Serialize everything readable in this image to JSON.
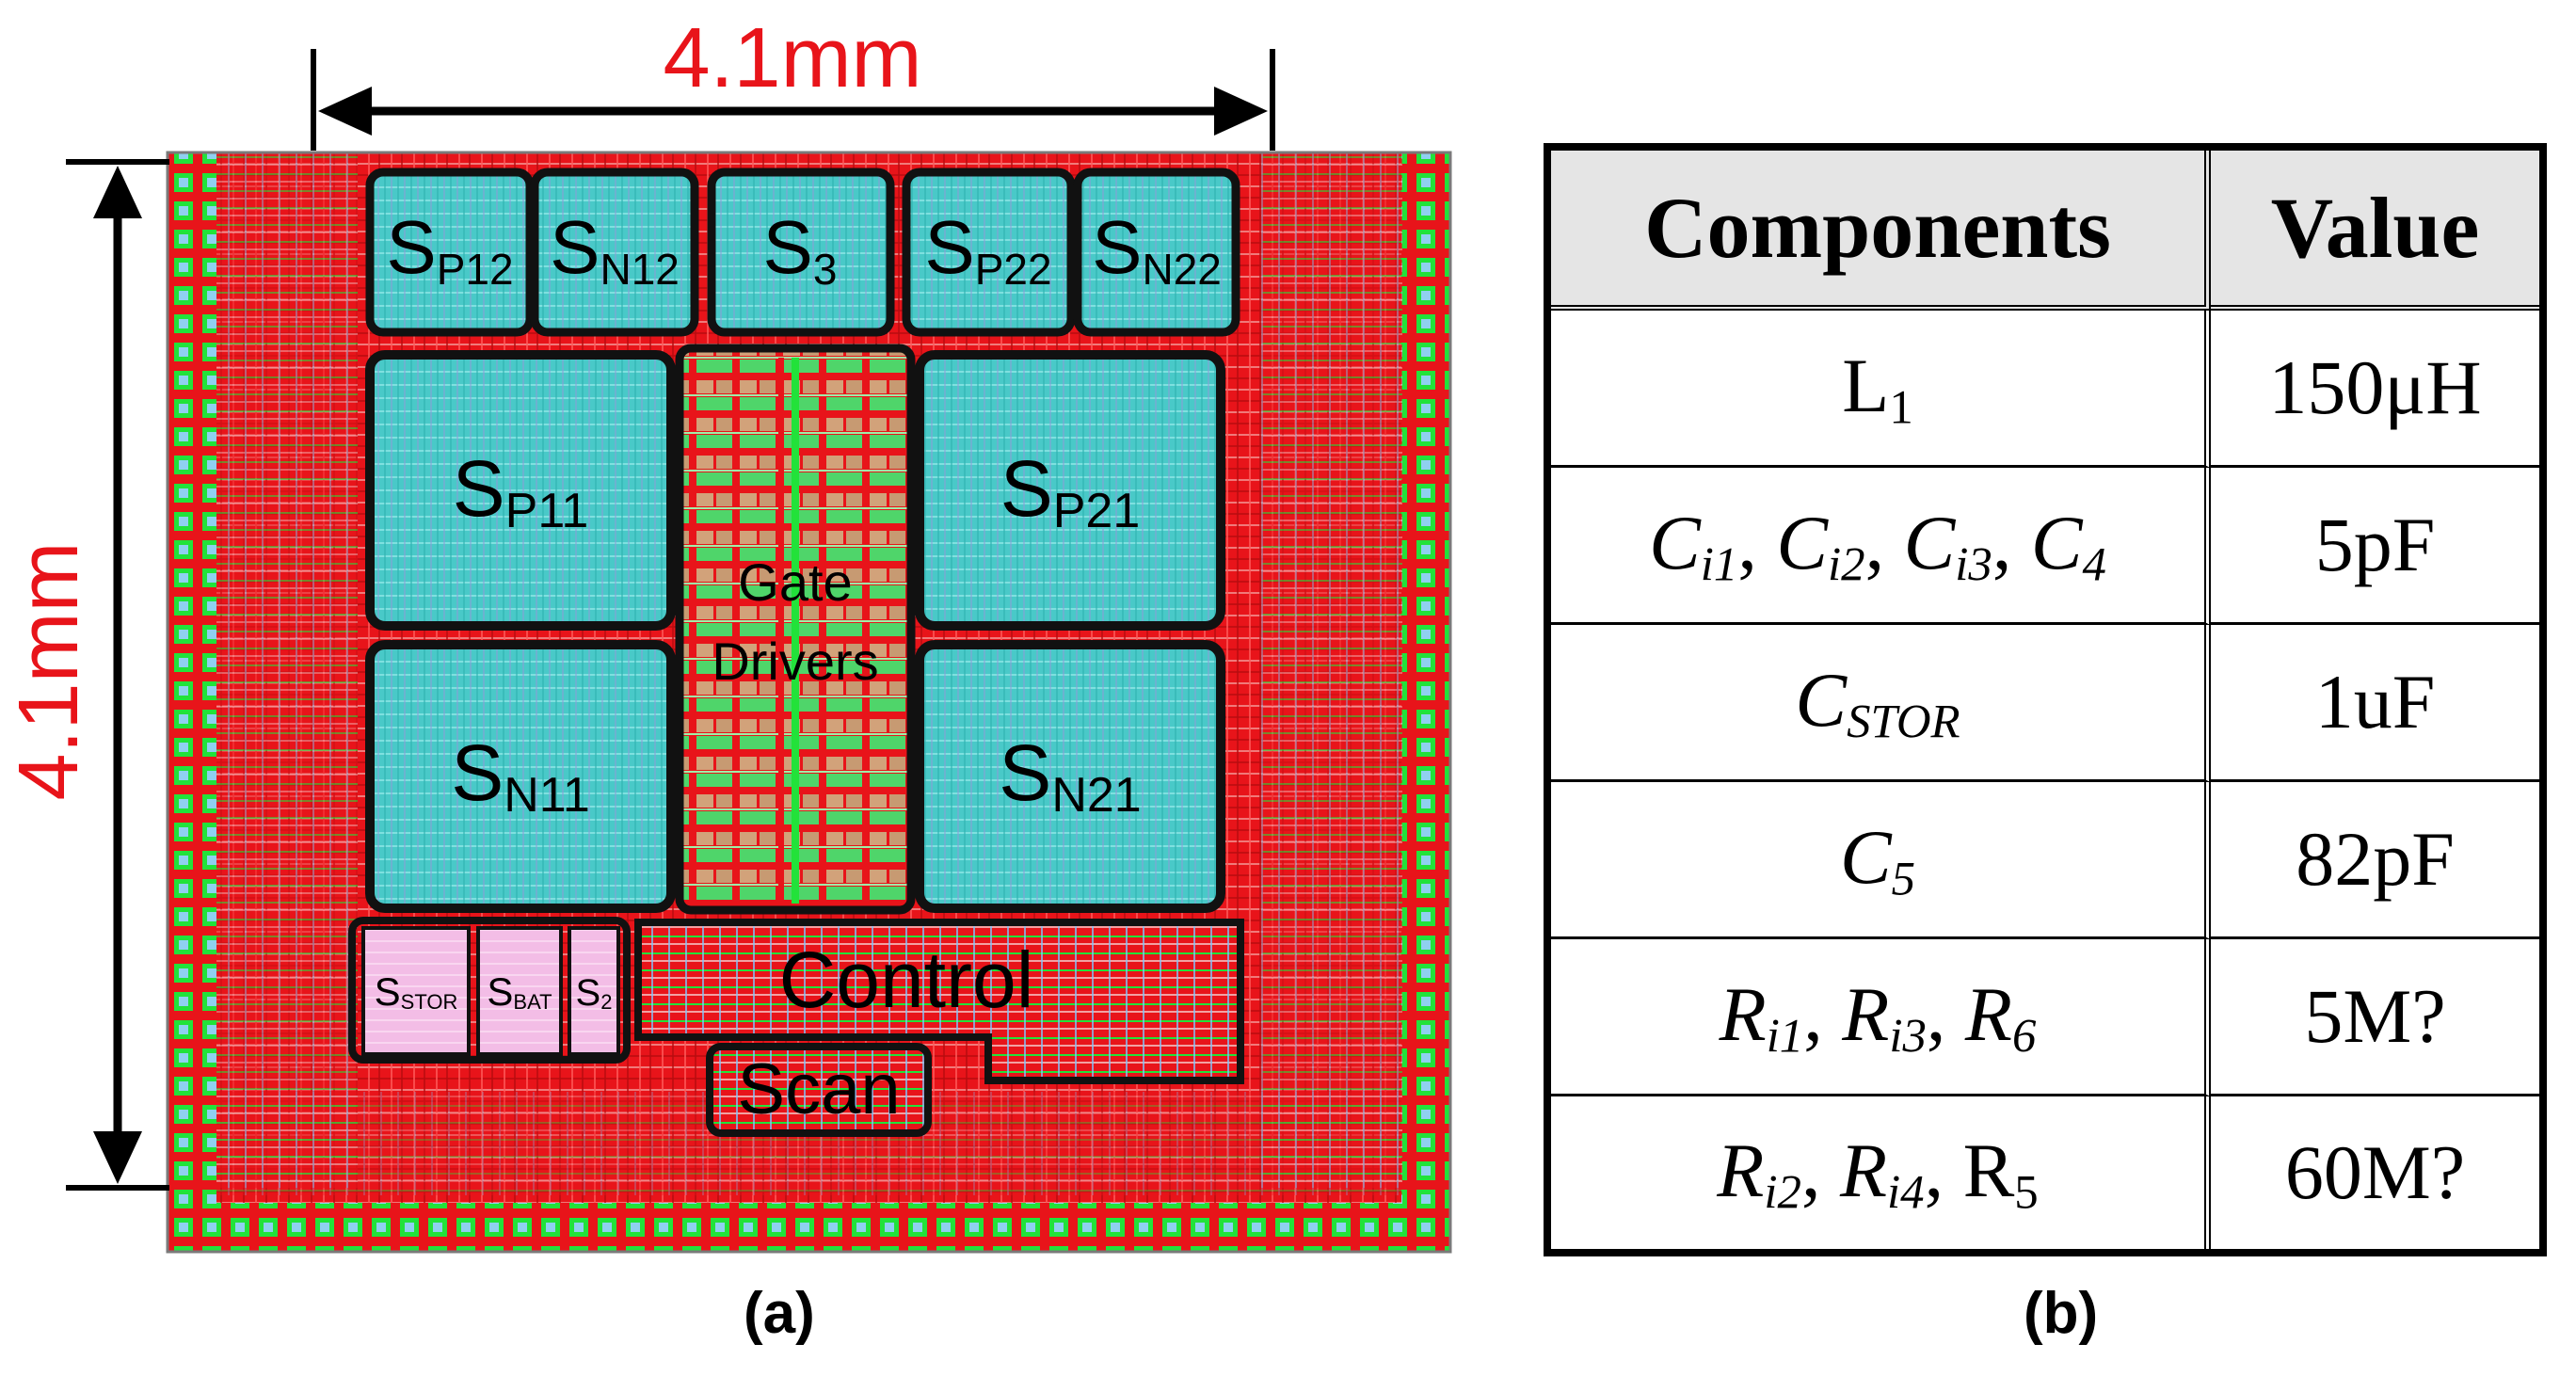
{
  "layout_image": {
    "dimension_top": "4.1mm",
    "dimension_left": "4.1mm",
    "dimension_color": "#e8141a",
    "blocks": {
      "sp12": {
        "main": "S",
        "sub": "P12"
      },
      "sn12": {
        "main": "S",
        "sub": "N12"
      },
      "s3": {
        "main": "S",
        "sub": "3"
      },
      "sp22": {
        "main": "S",
        "sub": "P22"
      },
      "sn22": {
        "main": "S",
        "sub": "N22"
      },
      "sp11": {
        "main": "S",
        "sub": "P11"
      },
      "sp21": {
        "main": "S",
        "sub": "P21"
      },
      "sn11": {
        "main": "S",
        "sub": "N11"
      },
      "sn21": {
        "main": "S",
        "sub": "N21"
      },
      "gate_drivers_line1": "Gate",
      "gate_drivers_line2": "Drivers",
      "sstor": {
        "main": "S",
        "sub": "STOR"
      },
      "sbat": {
        "main": "S",
        "sub": "BAT"
      },
      "s2": {
        "main": "S",
        "sub": "2"
      },
      "control": "Control",
      "scan": "Scan"
    },
    "colors": {
      "die_red": "#e8141a",
      "pad_green": "#22e23a",
      "switch_cyan": "#49c9c8",
      "small_switch_pink": "#f3bde6"
    }
  },
  "caption_a": "(a)",
  "caption_b": "(b)",
  "table": {
    "header": [
      "Components",
      "Value"
    ],
    "rows": [
      {
        "component": [
          {
            "t": "L",
            "i": false
          },
          {
            "sub": "1",
            "i": false
          }
        ],
        "value": "150μH"
      },
      {
        "component": [
          {
            "t": "C",
            "i": true
          },
          {
            "sub": "i1",
            "i": true
          },
          {
            "t": ", ",
            "i": false
          },
          {
            "t": "C",
            "i": true
          },
          {
            "sub": "i2",
            "i": true
          },
          {
            "t": ", ",
            "i": false
          },
          {
            "t": "C",
            "i": true
          },
          {
            "sub": "i3",
            "i": true
          },
          {
            "t": ", ",
            "i": false
          },
          {
            "t": "C",
            "i": true
          },
          {
            "sub": "4",
            "i": true
          }
        ],
        "value": "5pF"
      },
      {
        "component": [
          {
            "t": "C",
            "i": true
          },
          {
            "sub": "STOR",
            "i": true
          }
        ],
        "value": "1uF"
      },
      {
        "component": [
          {
            "t": "C",
            "i": true
          },
          {
            "sub": "5",
            "i": true
          }
        ],
        "value": "82pF"
      },
      {
        "component": [
          {
            "t": "R",
            "i": true
          },
          {
            "sub": "i1",
            "i": true
          },
          {
            "t": ", ",
            "i": false
          },
          {
            "t": "R",
            "i": true
          },
          {
            "sub": "i3",
            "i": true
          },
          {
            "t": ", ",
            "i": false
          },
          {
            "t": "R",
            "i": true
          },
          {
            "sub": "6",
            "i": true
          }
        ],
        "value": "5M?"
      },
      {
        "component": [
          {
            "t": "R",
            "i": true
          },
          {
            "sub": "i2",
            "i": true
          },
          {
            "t": ", ",
            "i": false
          },
          {
            "t": "R",
            "i": true
          },
          {
            "sub": "i4",
            "i": true
          },
          {
            "t": ", ",
            "i": false
          },
          {
            "t": "R",
            "i": false
          },
          {
            "sub": "5",
            "i": false
          }
        ],
        "value": "60M?"
      }
    ]
  }
}
